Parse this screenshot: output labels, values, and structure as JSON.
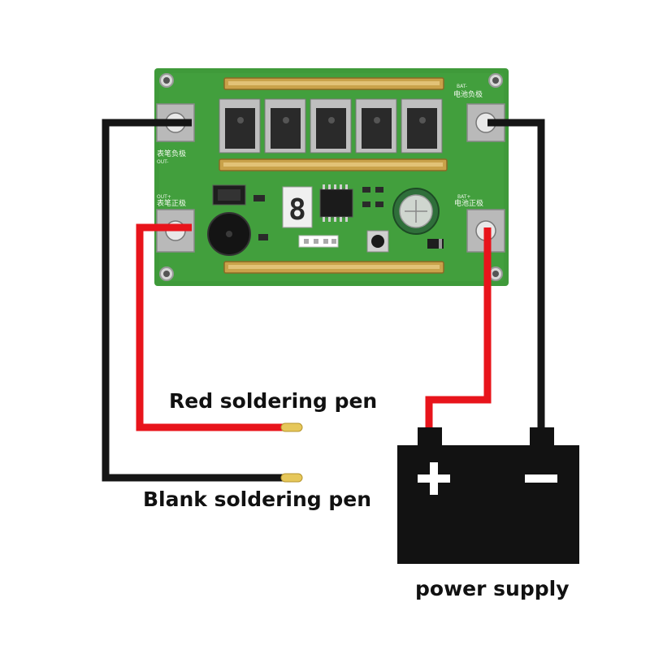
{
  "labels": {
    "red_pen": "Red soldering pen",
    "black_pen": "Blank soldering pen",
    "power_supply": "power supply"
  },
  "board": {
    "silkscreen_top_right": "电池负极",
    "silkscreen_top_right_en": "BAT-",
    "silkscreen_left_upper": "表笔负极",
    "silkscreen_left_upper_en": "OUT-",
    "silkscreen_left_lower": "表笔正极",
    "silkscreen_left_lower_en": "OUT+",
    "silkscreen_right_lower": "电池正极",
    "silkscreen_right_lower_en": "BAT+",
    "display_digit": "8"
  },
  "battery": {
    "positive_symbol": "+",
    "negative_symbol": "−"
  },
  "colors": {
    "board_green": "#3f9a3a",
    "board_green_dark": "#2f7d2c",
    "wire_red": "#e8141b",
    "wire_black": "#151515",
    "battery_black": "#121212",
    "copper_bar": "#c9a24a",
    "pen_tip": "#e6c75a"
  }
}
